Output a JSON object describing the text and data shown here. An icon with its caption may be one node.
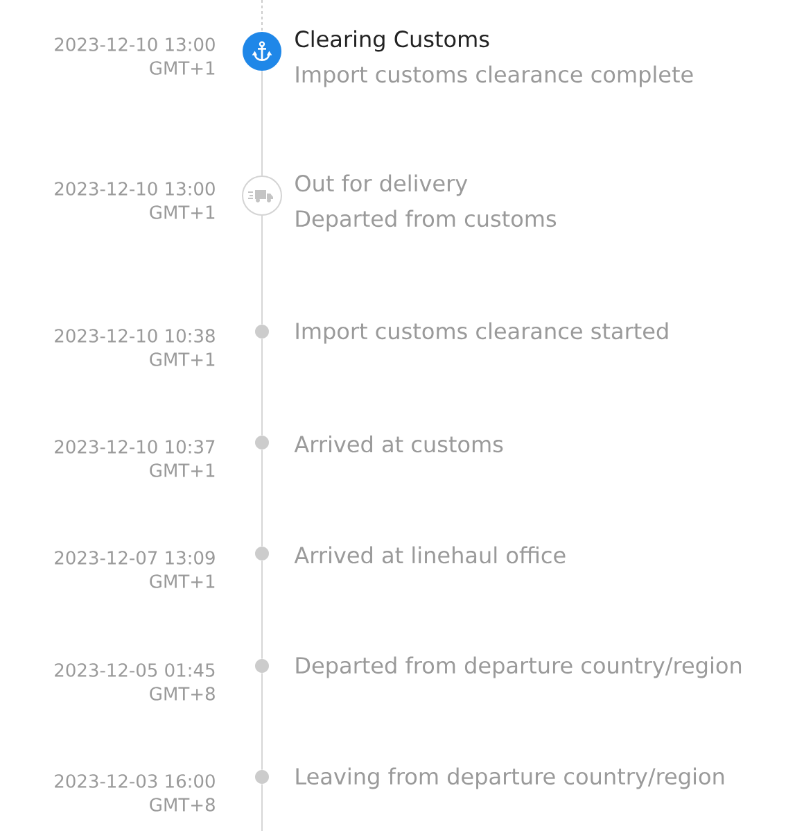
{
  "diagram": {
    "nodes": [
      {
        "text": [],
        "shape": "circle",
        "beside": [
          "2023-12-10 13:00",
          "GMT+1",
          "Clearing Customs",
          "Import customs clearance complete"
        ]
      },
      {
        "text": [],
        "shape": "circle",
        "beside": [
          "2023-12-10 13:00",
          "GMT+1",
          "Out for delivery",
          "Departed from customs"
        ]
      },
      {
        "text": [],
        "shape": "circle",
        "beside": [
          "2023-12-10 10:38",
          "GMT+1",
          "Import customs clearance started"
        ]
      },
      {
        "text": [],
        "shape": "circle",
        "beside": [
          "2023-12-10 10:37",
          "GMT+1",
          "Arrived at customs"
        ]
      },
      {
        "text": [],
        "shape": "circle",
        "beside": [
          "2023-12-07 13:09",
          "GMT+1",
          "Arrived at linehaul office"
        ]
      },
      {
        "text": [],
        "shape": "circle",
        "beside": [
          "2023-12-05 01:45",
          "GMT+8",
          "Departed from departure country/region"
        ]
      },
      {
        "text": [],
        "shape": "circle",
        "beside": [
          "2023-12-03 16:00",
          "GMT+8",
          "Leaving from departure country/region"
        ]
      }
    ],
    "edges": [
      {
        "from": null,
        "to": 0,
        "arrow": "none",
        "style": "dashed"
      },
      {
        "from": 0,
        "to": 1,
        "arrow": "none"
      },
      {
        "from": 1,
        "to": 2,
        "arrow": "none"
      },
      {
        "from": 2,
        "to": 3,
        "arrow": "none"
      },
      {
        "from": 3,
        "to": 4,
        "arrow": "none"
      },
      {
        "from": 4,
        "to": 5,
        "arrow": "none"
      },
      {
        "from": 5,
        "to": 6,
        "arrow": "none"
      },
      {
        "from": 6,
        "to": null,
        "arrow": "none"
      }
    ]
  }
}
